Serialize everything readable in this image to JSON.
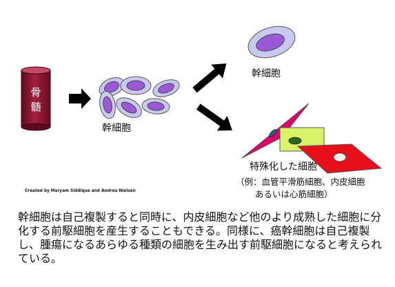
{
  "figure": {
    "marrow_label_line1": "骨",
    "marrow_label_line2": "髄",
    "stem_cell_label": "幹細胞",
    "top_branch_label": "幹細胞",
    "specialized_label": "特殊化した細胞",
    "specialized_examples_line1": "（例：血管平滑筋細胞、内皮細胞",
    "specialized_examples_line2": "あるいは心筋細胞）",
    "credit": "Created by Maryam Siddique and Andrea Nielsen"
  },
  "caption": "幹細胞は自己複製すると同時に、内皮細胞など他のより成熟した細胞に分化する前駆細胞を産生することもできる。同様に、癌幹細胞は自己複製し、腫瘍になるあらゆる種類の細胞を生み出す前駆細胞になると考えられている。",
  "colors": {
    "marrow_fill": "#8b1530",
    "cell_outer": "#c9c8ee",
    "cell_nucleus": "#9a5ad8",
    "red_cell": "#e0006a",
    "green_cell": "#d8f26a",
    "red_rect_cell": "#e8101a"
  }
}
